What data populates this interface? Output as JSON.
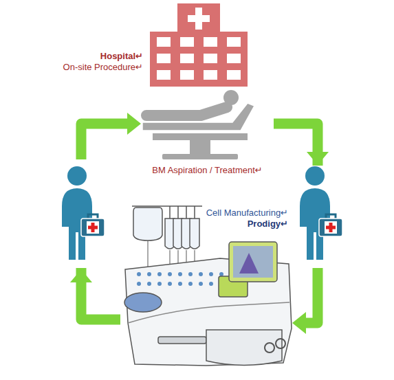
{
  "diagram": {
    "nodes": [
      {
        "text": [
          "Hospital↵",
          "On-site Procedure↵"
        ]
      },
      {
        "text": [
          "BM Aspiration / Treatment↵"
        ],
        "in": 0
      },
      {
        "text": [
          "Cell Manufacturing↵",
          "Prodigy↵"
        ],
        "in": 0
      }
    ],
    "edges": [
      {
        "from": 2,
        "to": 1,
        "arrow": "to"
      },
      {
        "from": 1,
        "to": 2,
        "arrow": "to"
      }
    ]
  }
}
